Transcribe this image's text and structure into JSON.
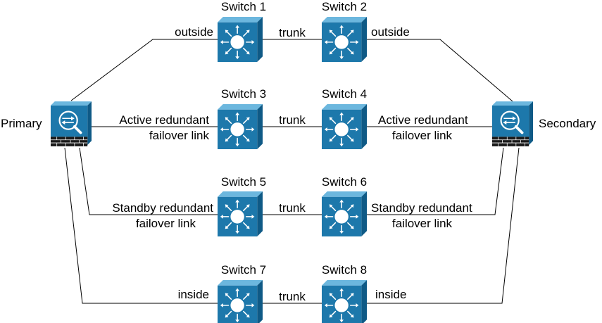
{
  "colors": {
    "device_face": "#1d78ab",
    "device_top": "#6cb7de",
    "device_side": "#0f5a86",
    "icon_stroke": "#ffffff",
    "firewall_base": "#1a1a1a",
    "line": "#000000",
    "text": "#000000"
  },
  "icons": {
    "firewall": "security-appliance-icon",
    "switch": "multilayer-switch-icon"
  },
  "firewalls": {
    "primary": {
      "label": "Primary"
    },
    "secondary": {
      "label": "Secondary"
    }
  },
  "switches": [
    {
      "label": "Switch 1"
    },
    {
      "label": "Switch 2"
    },
    {
      "label": "Switch 3"
    },
    {
      "label": "Switch 4"
    },
    {
      "label": "Switch 5"
    },
    {
      "label": "Switch 6"
    },
    {
      "label": "Switch 7"
    },
    {
      "label": "Switch 8"
    }
  ],
  "links": {
    "outside_left": "outside",
    "outside_right": "outside",
    "trunk_1": "trunk",
    "trunk_2": "trunk",
    "trunk_3": "trunk",
    "trunk_4": "trunk",
    "active_left": [
      "Active redundant",
      "failover link"
    ],
    "active_right": [
      "Active redundant",
      "failover link"
    ],
    "standby_left": [
      "Standby redundant",
      "failover link"
    ],
    "standby_right": [
      "Standby redundant",
      "failover link"
    ],
    "inside_left": "inside",
    "inside_right": "inside"
  }
}
